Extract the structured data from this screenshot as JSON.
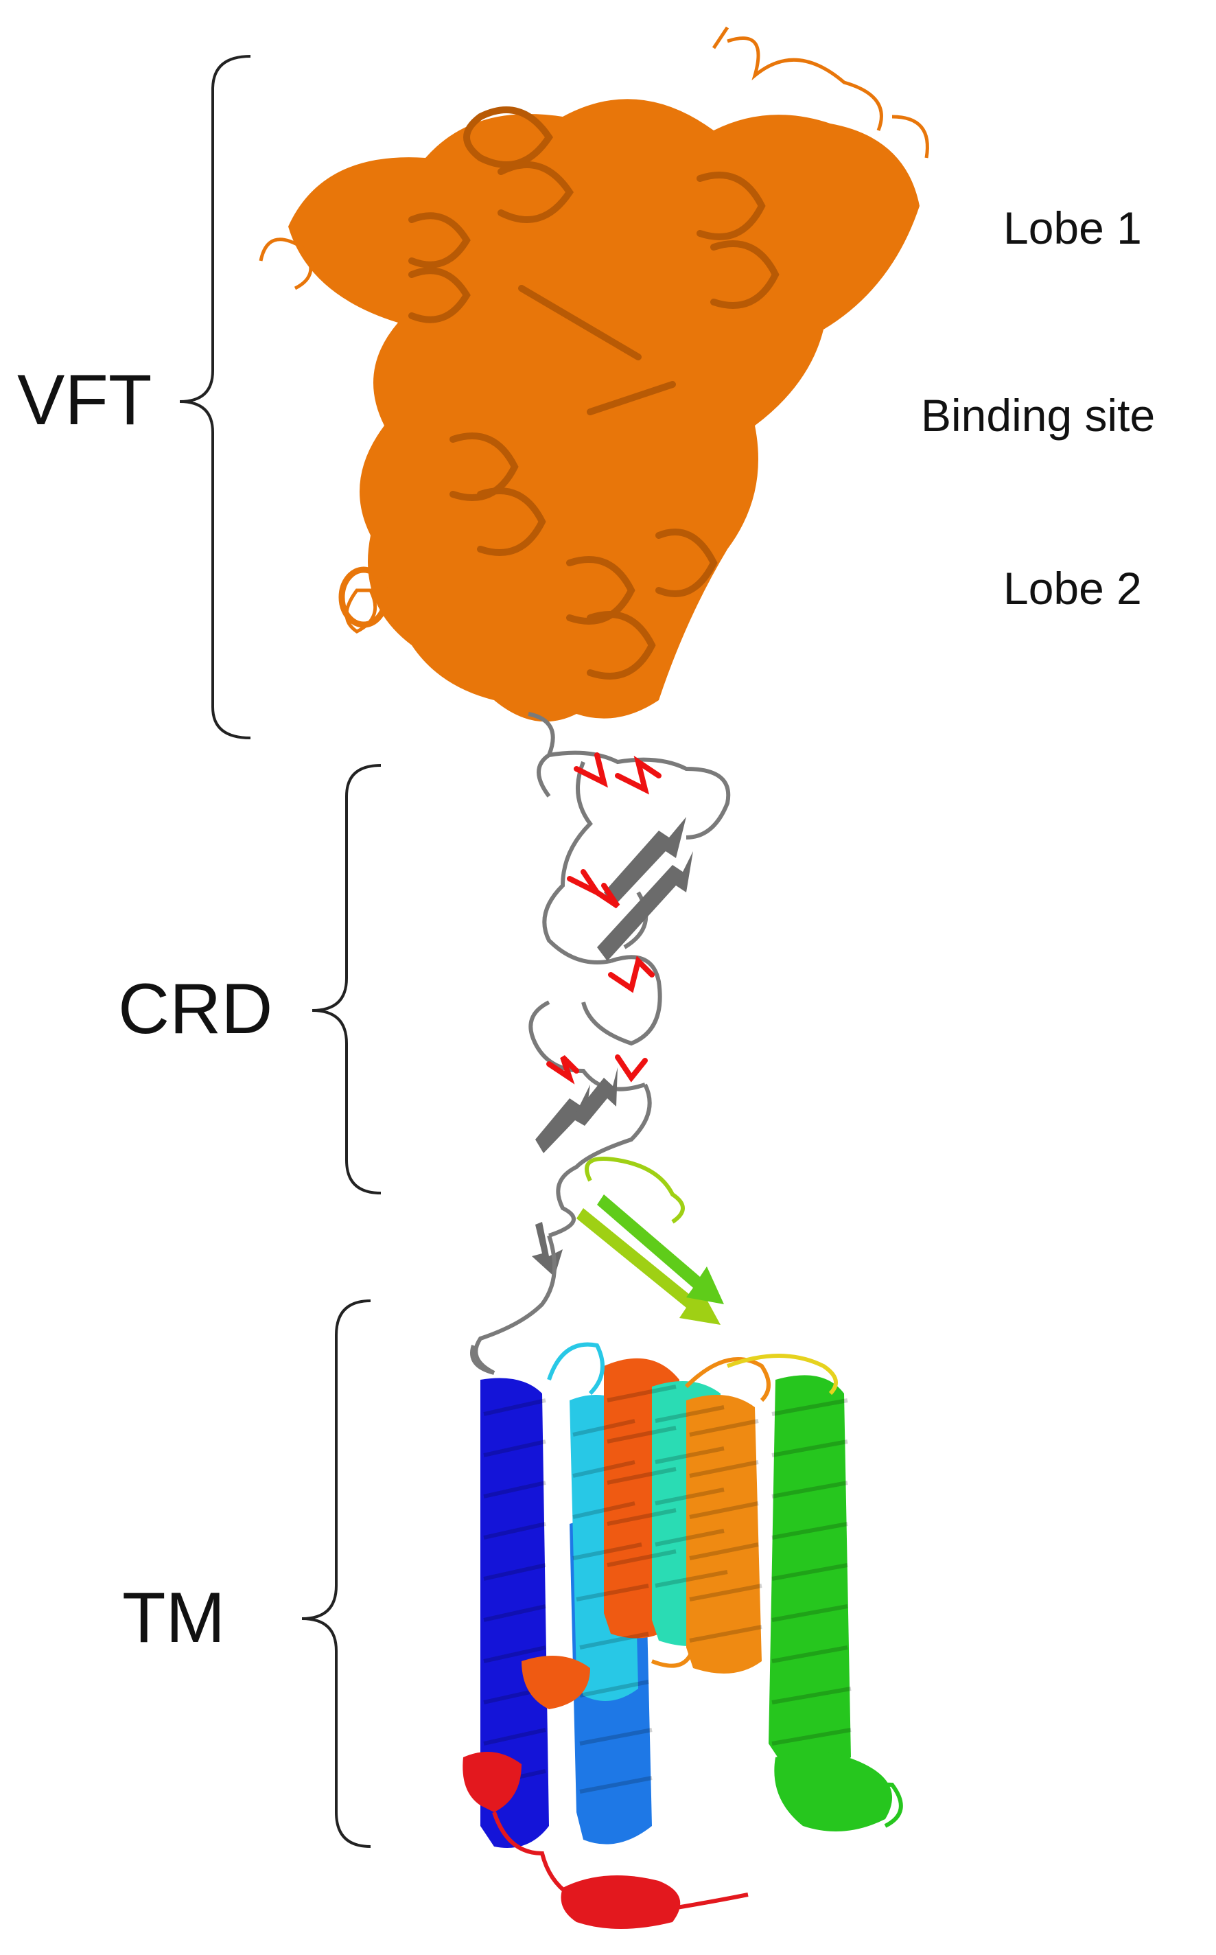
{
  "domains": [
    {
      "key": "vft",
      "label": "VFT"
    },
    {
      "key": "crd",
      "label": "CRD"
    },
    {
      "key": "tm",
      "label": "TM"
    }
  ],
  "vft_annotations": [
    {
      "key": "lobe1",
      "label": "Lobe 1"
    },
    {
      "key": "binding_site",
      "label": "Binding site"
    },
    {
      "key": "lobe2",
      "label": "Lobe 2"
    }
  ],
  "colors": {
    "vft": "#e8760a",
    "vft_dark": "#b85a05",
    "crd": "#7a7a7a",
    "disulfide": "#ee1111",
    "tm_helices": [
      "#1414d8",
      "#1e78e6",
      "#28c8e6",
      "#ef5a12",
      "#2adcb4",
      "#ef8a12",
      "#26c61e",
      "#e3181e"
    ],
    "ecl_sheet": "#9fd014",
    "bracket": "#222222"
  }
}
